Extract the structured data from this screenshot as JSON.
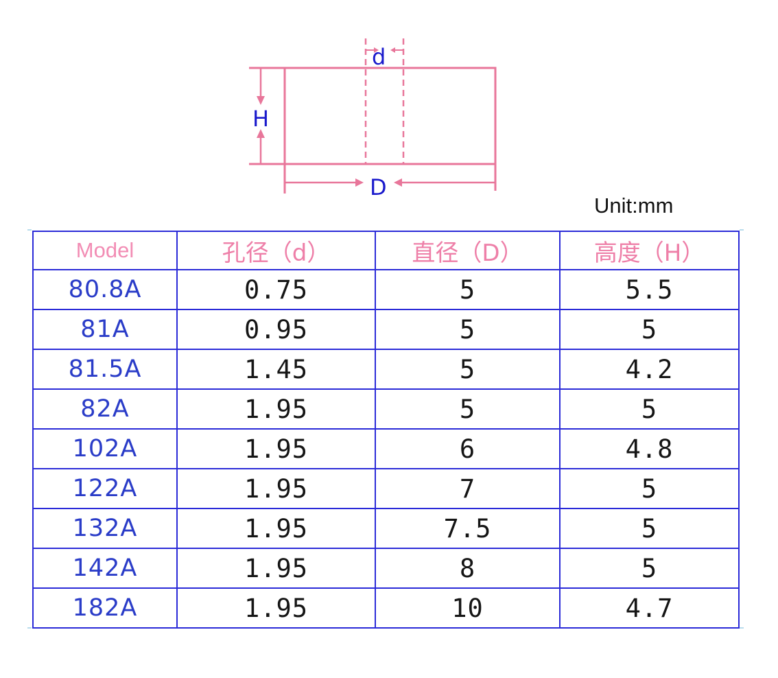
{
  "diagram": {
    "labels": {
      "d": "d",
      "H": "H",
      "D": "D"
    },
    "colors": {
      "line": "#e8769a",
      "label": "#1a1acc"
    }
  },
  "unit": "Unit:mm",
  "table": {
    "headers": [
      "Model",
      "孔径（d）",
      "直径（D）",
      "高度（H）"
    ],
    "rows": [
      [
        "80.8A",
        "0.75",
        "5",
        "5.5"
      ],
      [
        "81A",
        "0.95",
        "5",
        "5"
      ],
      [
        "81.5A",
        "1.45",
        "5",
        "4.2"
      ],
      [
        "82A",
        "1.95",
        "5",
        "5"
      ],
      [
        "102A",
        "1.95",
        "6",
        "4.8"
      ],
      [
        "122A",
        "1.95",
        "7",
        "5"
      ],
      [
        "132A",
        "1.95",
        "7.5",
        "5"
      ],
      [
        "142A",
        "1.95",
        "8",
        "5"
      ],
      [
        "182A",
        "1.95",
        "10",
        "4.7"
      ]
    ],
    "colors": {
      "border": "#2a2ad8",
      "header_text": "#ee7fa8",
      "model_text": "#2a3cc8"
    }
  }
}
